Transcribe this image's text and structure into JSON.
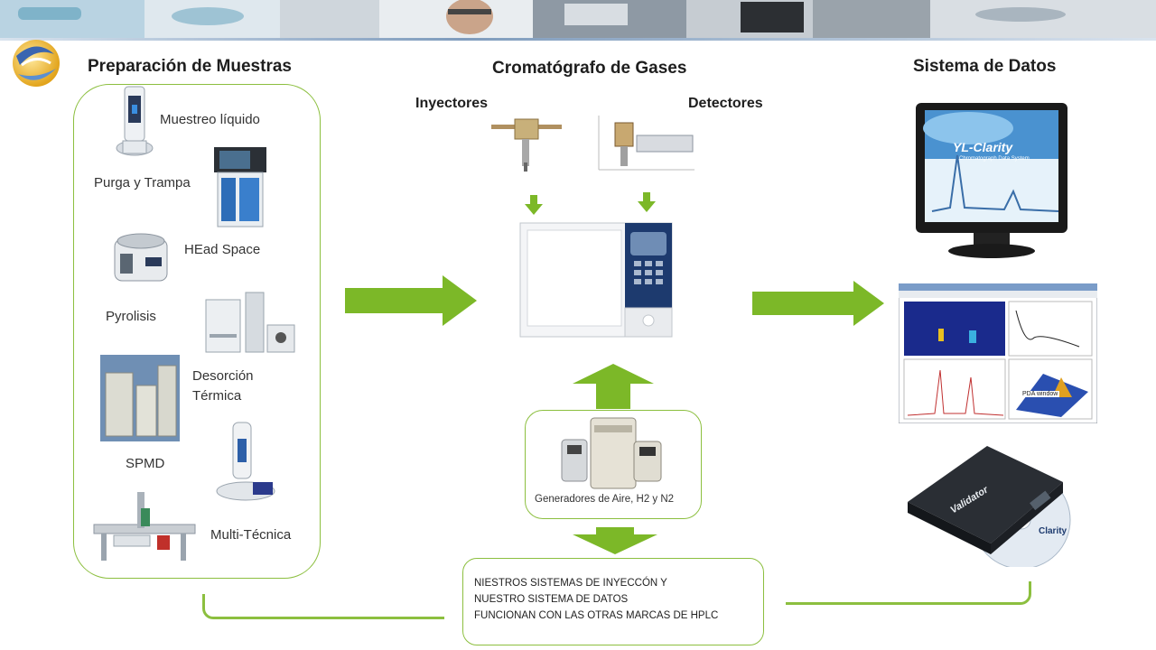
{
  "headings": {
    "prep": "Preparación de Muestras",
    "gc": "Cromatógrafo de Gases",
    "data_system": "Sistema de Datos"
  },
  "subheadings": {
    "injectors": "Inyectores",
    "detectors": "Detectores"
  },
  "prep_items": {
    "liquid": "Muestreo líquido",
    "purge": "Purga y Trampa",
    "headspace": "HEad Space",
    "pyrolysis": "Pyrolisis",
    "desorption_line1": "Desorción",
    "desorption_line2": "Térmica",
    "spmd": "SPMD",
    "multi": "Multi-Técnica"
  },
  "generators_label": "Generadores de Aire, H2 y N2",
  "note_lines": [
    "NIESTROS SISTEMAS DE INYECCÓN Y",
    "NUESTRO SISTEMA DE DATOS",
    "FUNCIONAN CON LAS OTRAS MARCAS DE HPLC"
  ],
  "monitor_text": {
    "brand": "YL-Clarity",
    "subtitle": "Chromatograph Data System"
  },
  "software_inset_label": "PDA window",
  "box_text": {
    "product": "Validator",
    "disc": "Clarity"
  },
  "colors": {
    "arrow_green": "#7cb828",
    "bracket_green": "#8cbf3f",
    "instrument_navy": "#1d3a6e"
  }
}
